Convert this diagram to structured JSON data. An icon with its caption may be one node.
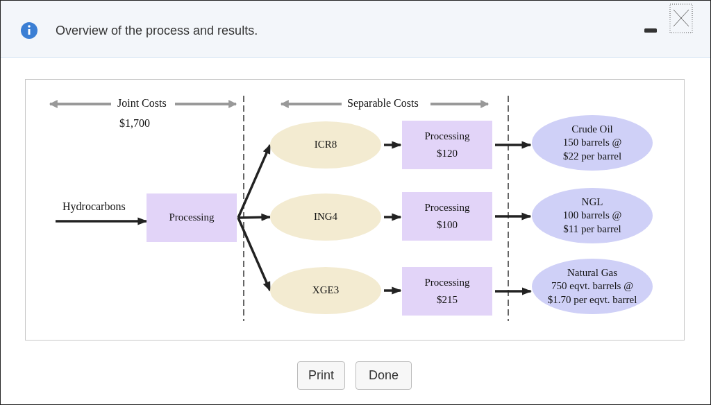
{
  "diagram": {
    "title": "Overview of the process and results.",
    "nodes": [
      {
        "text": [
          "Processing"
        ]
      },
      {
        "text": [
          "ICR8"
        ]
      },
      {
        "text": [
          "ING4"
        ]
      },
      {
        "text": [
          "XGE3"
        ]
      },
      {
        "text": [
          "Processing",
          "$120"
        ]
      },
      {
        "text": [
          "Processing",
          "$100"
        ]
      },
      {
        "text": [
          "Processing",
          "$215"
        ]
      },
      {
        "text": [
          "Crude Oil",
          "150 barrels @",
          "$22 per barrel"
        ]
      },
      {
        "text": [
          "NGL",
          "100 barrels @",
          "$11 per barrel"
        ]
      },
      {
        "text": [
          "Natural Gas",
          "750 eqvt. barrels @",
          "$1.70 per eqvt. barrel"
        ]
      }
    ],
    "edges": [
      {
        "from": null,
        "to": 0,
        "arrow": "to",
        "label": "Hydrocarbons"
      },
      {
        "from": 0,
        "to": 1,
        "arrow": "to"
      },
      {
        "from": 0,
        "to": 2,
        "arrow": "to"
      },
      {
        "from": 0,
        "to": 3,
        "arrow": "to"
      },
      {
        "from": 1,
        "to": 4,
        "arrow": "to"
      },
      {
        "from": 2,
        "to": 5,
        "arrow": "to"
      },
      {
        "from": 3,
        "to": 6,
        "arrow": "to"
      },
      {
        "from": 4,
        "to": 7,
        "arrow": "to"
      },
      {
        "from": 5,
        "to": 8,
        "arrow": "to"
      },
      {
        "from": 6,
        "to": 9,
        "arrow": "to"
      }
    ],
    "labels": [
      "Joint Costs",
      "$1,700",
      "Separable Costs",
      "Print",
      "Done"
    ]
  }
}
